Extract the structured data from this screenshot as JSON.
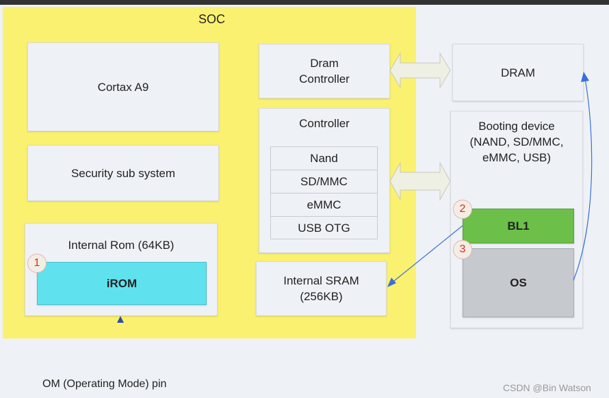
{
  "soc": {
    "label": "SOC"
  },
  "cortex": "Cortax A9",
  "security": "Security sub system",
  "internal_rom": {
    "label": "Internal Rom (64KB)",
    "irom": "iROM",
    "step": "1"
  },
  "dram_controller": {
    "line1": "Dram",
    "line2": "Controller"
  },
  "controller": {
    "label": "Controller",
    "items": [
      "Nand",
      "SD/MMC",
      "eMMC",
      "USB OTG"
    ]
  },
  "sram": {
    "line1": "Internal SRAM",
    "line2": "(256KB)"
  },
  "dram": "DRAM",
  "booting": {
    "line1": "Booting device",
    "line2": "(NAND, SD/MMC,",
    "line3": "eMMC, USB)",
    "bl1": "BL1",
    "os": "OS",
    "step2": "2",
    "step3": "3"
  },
  "om_pin": "OM (Operating Mode) pin",
  "watermark": "CSDN @Bin Watson",
  "colors": {
    "soc": "#fbf170",
    "irom": "#5fe2ee",
    "bl1": "#6cbf48",
    "os": "#c6c9ce",
    "arrow": "#3a6fd8"
  }
}
